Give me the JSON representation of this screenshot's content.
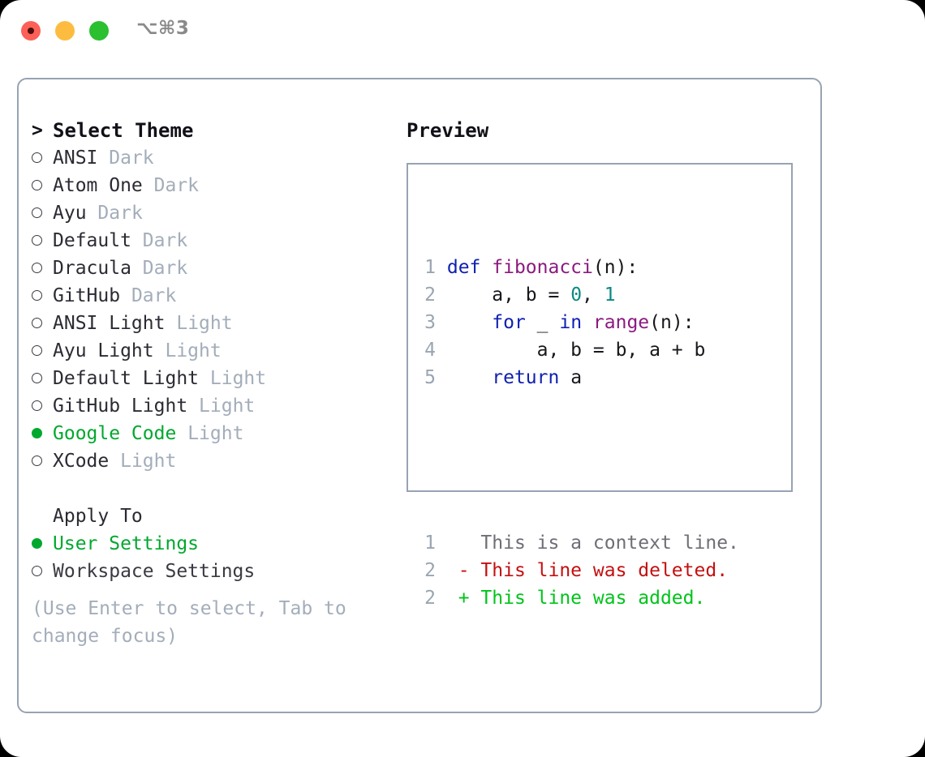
{
  "window": {
    "shortcut_title": "⌥⌘3",
    "lights": [
      "close-red",
      "minimize-yellow",
      "maximize-green"
    ]
  },
  "colors": {
    "accent_green": "#00a82e",
    "border": "#97a3b4",
    "muted": "#a3adba",
    "text": "#2b2b33",
    "keyword": "#1020b0",
    "function": "#8b1a80",
    "number": "#0b8a80",
    "diff_add": "#00c41a",
    "diff_del": "#c41010",
    "diff_ctx": "#6e6e76"
  },
  "theme_picker": {
    "header_marker": ">",
    "header_label": "Select Theme",
    "items": [
      {
        "marker": "open",
        "label": "ANSI",
        "tag": "Dark",
        "selected": false
      },
      {
        "marker": "open",
        "label": "Atom One",
        "tag": "Dark",
        "selected": false
      },
      {
        "marker": "open",
        "label": "Ayu",
        "tag": "Dark",
        "selected": false
      },
      {
        "marker": "open",
        "label": "Default",
        "tag": "Dark",
        "selected": false
      },
      {
        "marker": "open",
        "label": "Dracula",
        "tag": "Dark",
        "selected": false
      },
      {
        "marker": "open",
        "label": "GitHub",
        "tag": "Dark",
        "selected": false
      },
      {
        "marker": "open",
        "label": "ANSI Light",
        "tag": "Light",
        "selected": false
      },
      {
        "marker": "open",
        "label": "Ayu Light",
        "tag": "Light",
        "selected": false
      },
      {
        "marker": "open",
        "label": "Default Light",
        "tag": "Light",
        "selected": false
      },
      {
        "marker": "open",
        "label": "GitHub Light",
        "tag": "Light",
        "selected": false
      },
      {
        "marker": "filled",
        "label": "Google Code",
        "tag": "Light",
        "selected": true
      },
      {
        "marker": "open",
        "label": "XCode",
        "tag": "Light",
        "selected": false
      }
    ]
  },
  "apply_to": {
    "header_label": "Apply To",
    "options": [
      {
        "marker": "filled",
        "label": "User Settings",
        "selected": true
      },
      {
        "marker": "open",
        "label": "Workspace Settings",
        "selected": false
      }
    ]
  },
  "hint": "(Use Enter to select, Tab to change focus)",
  "preview": {
    "title": "Preview",
    "code_lines": [
      {
        "no": "1",
        "tokens": [
          {
            "t": "def ",
            "c": "kw"
          },
          {
            "t": "fibonacci",
            "c": "fn"
          },
          {
            "t": "(n):",
            "c": "plain"
          }
        ]
      },
      {
        "no": "2",
        "tokens": [
          {
            "t": "    a, b = ",
            "c": "plain"
          },
          {
            "t": "0",
            "c": "num"
          },
          {
            "t": ", ",
            "c": "plain"
          },
          {
            "t": "1",
            "c": "num"
          }
        ]
      },
      {
        "no": "3",
        "tokens": [
          {
            "t": "    ",
            "c": "plain"
          },
          {
            "t": "for",
            "c": "kw"
          },
          {
            "t": " _ ",
            "c": "plain"
          },
          {
            "t": "in",
            "c": "kw"
          },
          {
            "t": " ",
            "c": "plain"
          },
          {
            "t": "range",
            "c": "fn"
          },
          {
            "t": "(n):",
            "c": "plain"
          }
        ]
      },
      {
        "no": "4",
        "tokens": [
          {
            "t": "        a, b = b, a + b",
            "c": "plain"
          }
        ]
      },
      {
        "no": "5",
        "tokens": [
          {
            "t": "    ",
            "c": "plain"
          },
          {
            "t": "return",
            "c": "kw"
          },
          {
            "t": " a",
            "c": "plain"
          }
        ]
      }
    ],
    "diff_lines": [
      {
        "no": "1",
        "sign": " ",
        "text": " This is a context line.",
        "kind": "ctx"
      },
      {
        "no": "2",
        "sign": "-",
        "text": " This line was deleted.",
        "kind": "del"
      },
      {
        "no": "2",
        "sign": "+",
        "text": " This line was added.",
        "kind": "add"
      }
    ]
  }
}
